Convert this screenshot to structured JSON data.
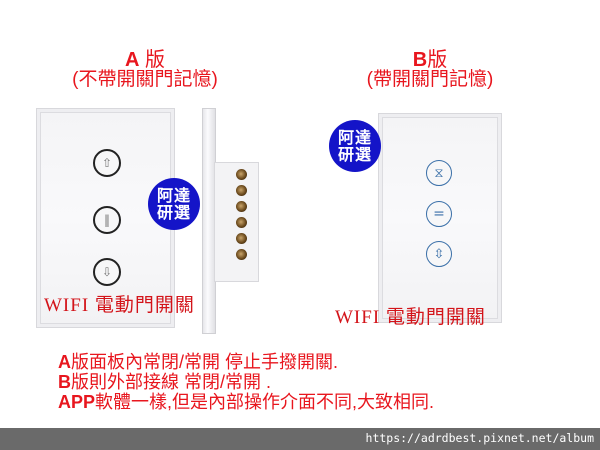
{
  "version_a": {
    "title_letter": "A",
    "title_suffix": " 版",
    "subtitle": "(不帶開關門記憶)",
    "badge": {
      "line1": "阿達",
      "line2": "研選",
      "color": "#1414c8"
    },
    "buttons": [
      {
        "icon": "up-arrow-icon",
        "glyph": "⇧"
      },
      {
        "icon": "pause-icon",
        "glyph": "‖"
      },
      {
        "icon": "down-arrow-icon",
        "glyph": "⇩"
      }
    ],
    "terminal_screws": 6,
    "caption": "WIFI 電動門開關"
  },
  "version_b": {
    "title_letter": "B",
    "title_suffix": "版",
    "subtitle": "(帶開關門記憶)",
    "badge": {
      "line1": "阿達",
      "line2": "研選",
      "color": "#1414c8"
    },
    "buttons": [
      {
        "icon": "hourglass-icon",
        "glyph": "⧖"
      },
      {
        "icon": "stop-lines-icon",
        "glyph": "="
      },
      {
        "icon": "up-down-icon",
        "glyph": "⇳"
      }
    ],
    "caption": "WIFI 電動門開關"
  },
  "notes": [
    {
      "lead": "A",
      "text": "版面板內常閉/常開 停止手撥開關."
    },
    {
      "lead": "B",
      "text": "版則外部接線 常閉/常開 ."
    },
    {
      "lead": "APP",
      "text": "軟體一樣,但是內部操作介面不同,大致相同."
    }
  ],
  "footer": {
    "url": "https://adrdbest.pixnet.net/album"
  },
  "colors": {
    "title_red": "#e8161e",
    "footer_bg": "#6a6a6a",
    "badge_blue": "#1414c8"
  }
}
